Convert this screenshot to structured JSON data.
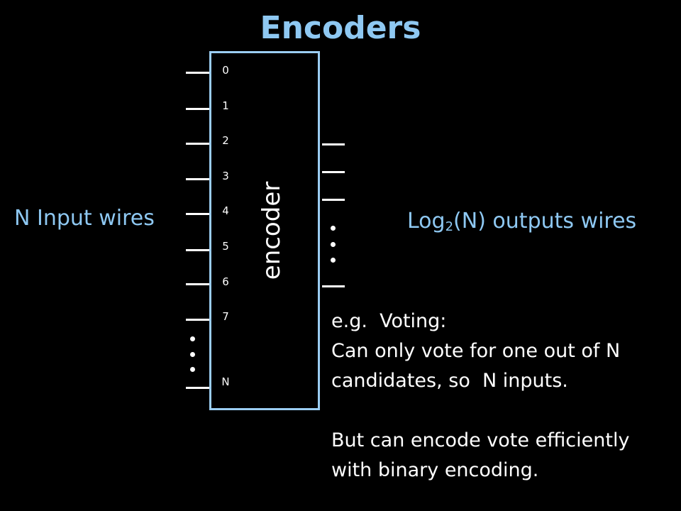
{
  "title": "Encoders",
  "encoder_label": "encoder",
  "input_pins": [
    "0",
    "1",
    "2",
    "3",
    "4",
    "5",
    "6",
    "7",
    "N"
  ],
  "left_label": "N Input wires",
  "right_label": {
    "prefix": "Log",
    "subscript": "2",
    "suffix": "(N) outputs wires"
  },
  "note": {
    "line1": "e.g.  Voting:",
    "line2": "Can only vote for one out of N",
    "line3": "candidates, so  N inputs.",
    "line4": "But can encode vote efficiently",
    "line5": "with binary encoding."
  },
  "colors": {
    "accent": "#8ec8f2",
    "box_border": "#9bcdf2",
    "background": "#000000",
    "foreground": "#ffffff"
  }
}
